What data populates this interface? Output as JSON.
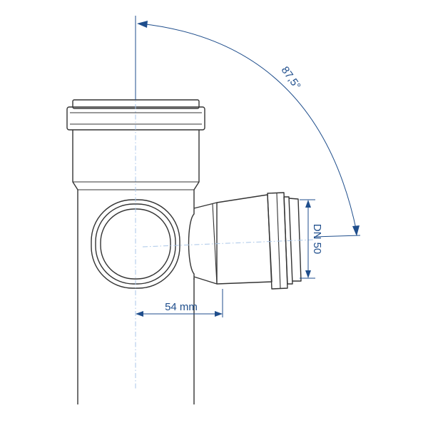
{
  "annotations": {
    "angle": "87,5°",
    "nominal_diameter": "DN 50",
    "offset": "54 mm"
  },
  "colors": {
    "dimension": "#1f4e8c",
    "centerline": "#a9c6e8",
    "outline": "#333333"
  }
}
